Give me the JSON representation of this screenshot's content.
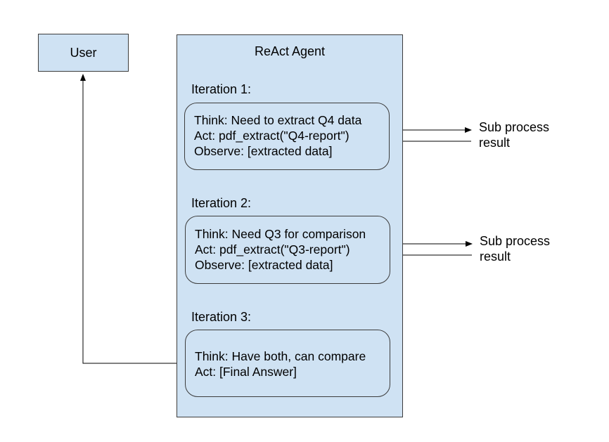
{
  "user": {
    "label": "User"
  },
  "agent": {
    "title": "ReAct Agent",
    "iterations": [
      {
        "label": "Iteration 1:",
        "lines": [
          "Think: Need to extract Q4 data",
          "Act: pdf_extract(\"Q4-report\")",
          "Observe: [extracted data]"
        ]
      },
      {
        "label": "Iteration 2:",
        "lines": [
          "Think: Need Q3 for comparison",
          "Act: pdf_extract(\"Q3-report\")",
          "Observe: [extracted data]"
        ]
      },
      {
        "label": "Iteration 3:",
        "lines": [
          "Think: Have both, can compare",
          "Act: [Final Answer]"
        ]
      }
    ]
  },
  "subprocess": [
    {
      "line1": "Sub process",
      "line2": "result"
    },
    {
      "line1": "Sub process",
      "line2": "result"
    }
  ]
}
